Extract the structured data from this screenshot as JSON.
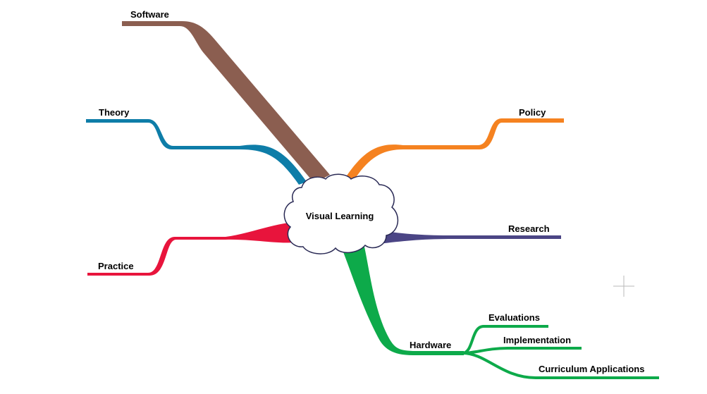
{
  "center": {
    "label": "Visual Learning"
  },
  "branches": {
    "software": {
      "label": "Software",
      "color": "#8B5E50"
    },
    "theory": {
      "label": "Theory",
      "color": "#0E7DA8"
    },
    "policy": {
      "label": "Policy",
      "color": "#F58220"
    },
    "practice": {
      "label": "Practice",
      "color": "#E8143C"
    },
    "research": {
      "label": "Research",
      "color": "#4B4585"
    },
    "hardware": {
      "label": "Hardware",
      "color": "#0DAA4A",
      "children": [
        {
          "label": "Evaluations"
        },
        {
          "label": "Implementation"
        },
        {
          "label": "Curriculum Applications"
        }
      ]
    }
  },
  "icons": {
    "crosshair": "crosshair-cursor-icon"
  }
}
